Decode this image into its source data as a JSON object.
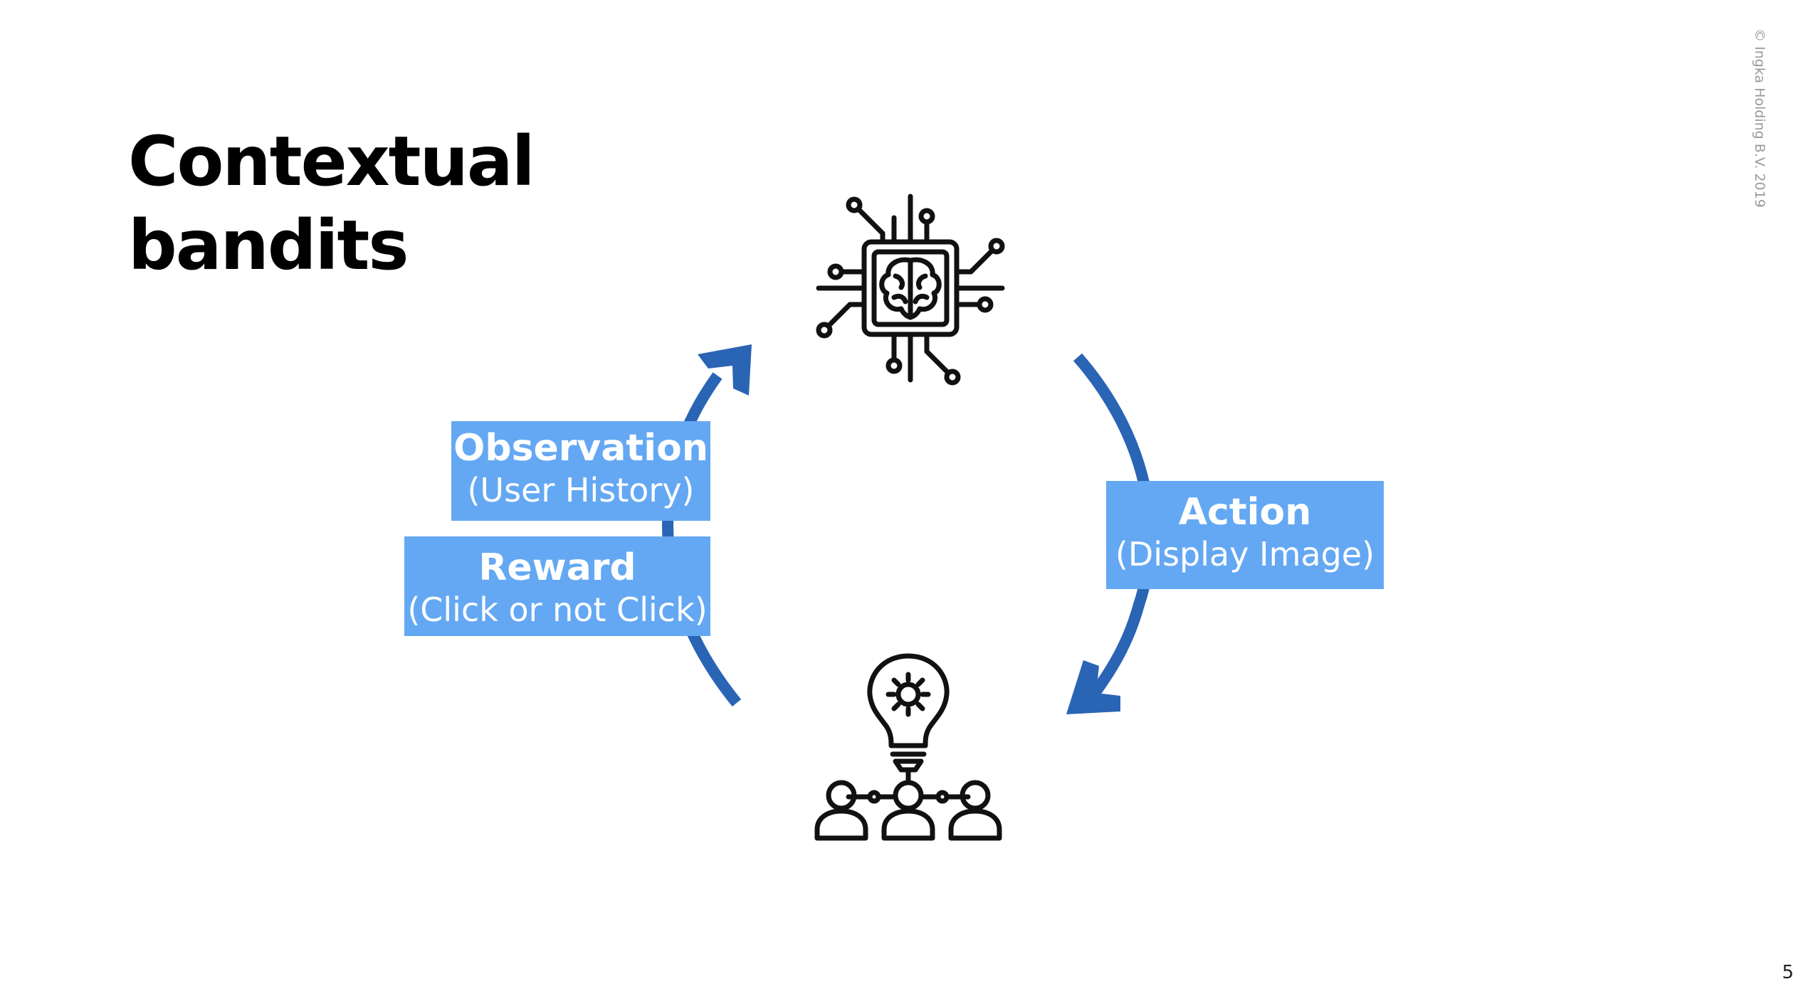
{
  "slide": {
    "title_line1": "Contextual",
    "title_line2": "bandits",
    "copyright": "© Ingka Holding B.V. 2019",
    "page_number": "5"
  },
  "diagram": {
    "arrow_color": "#2a64b4",
    "box_color": "#64a8f3",
    "nodes": {
      "agent": {
        "icon": "ai-chip-brain-icon"
      },
      "environment": {
        "icon": "users-lightbulb-icon"
      }
    },
    "boxes": {
      "observation": {
        "label": "Observation",
        "sublabel": "(User History)"
      },
      "reward": {
        "label": "Reward",
        "sublabel": "(Click or not Click)"
      },
      "action": {
        "label": "Action",
        "sublabel": "(Display Image)"
      }
    }
  }
}
